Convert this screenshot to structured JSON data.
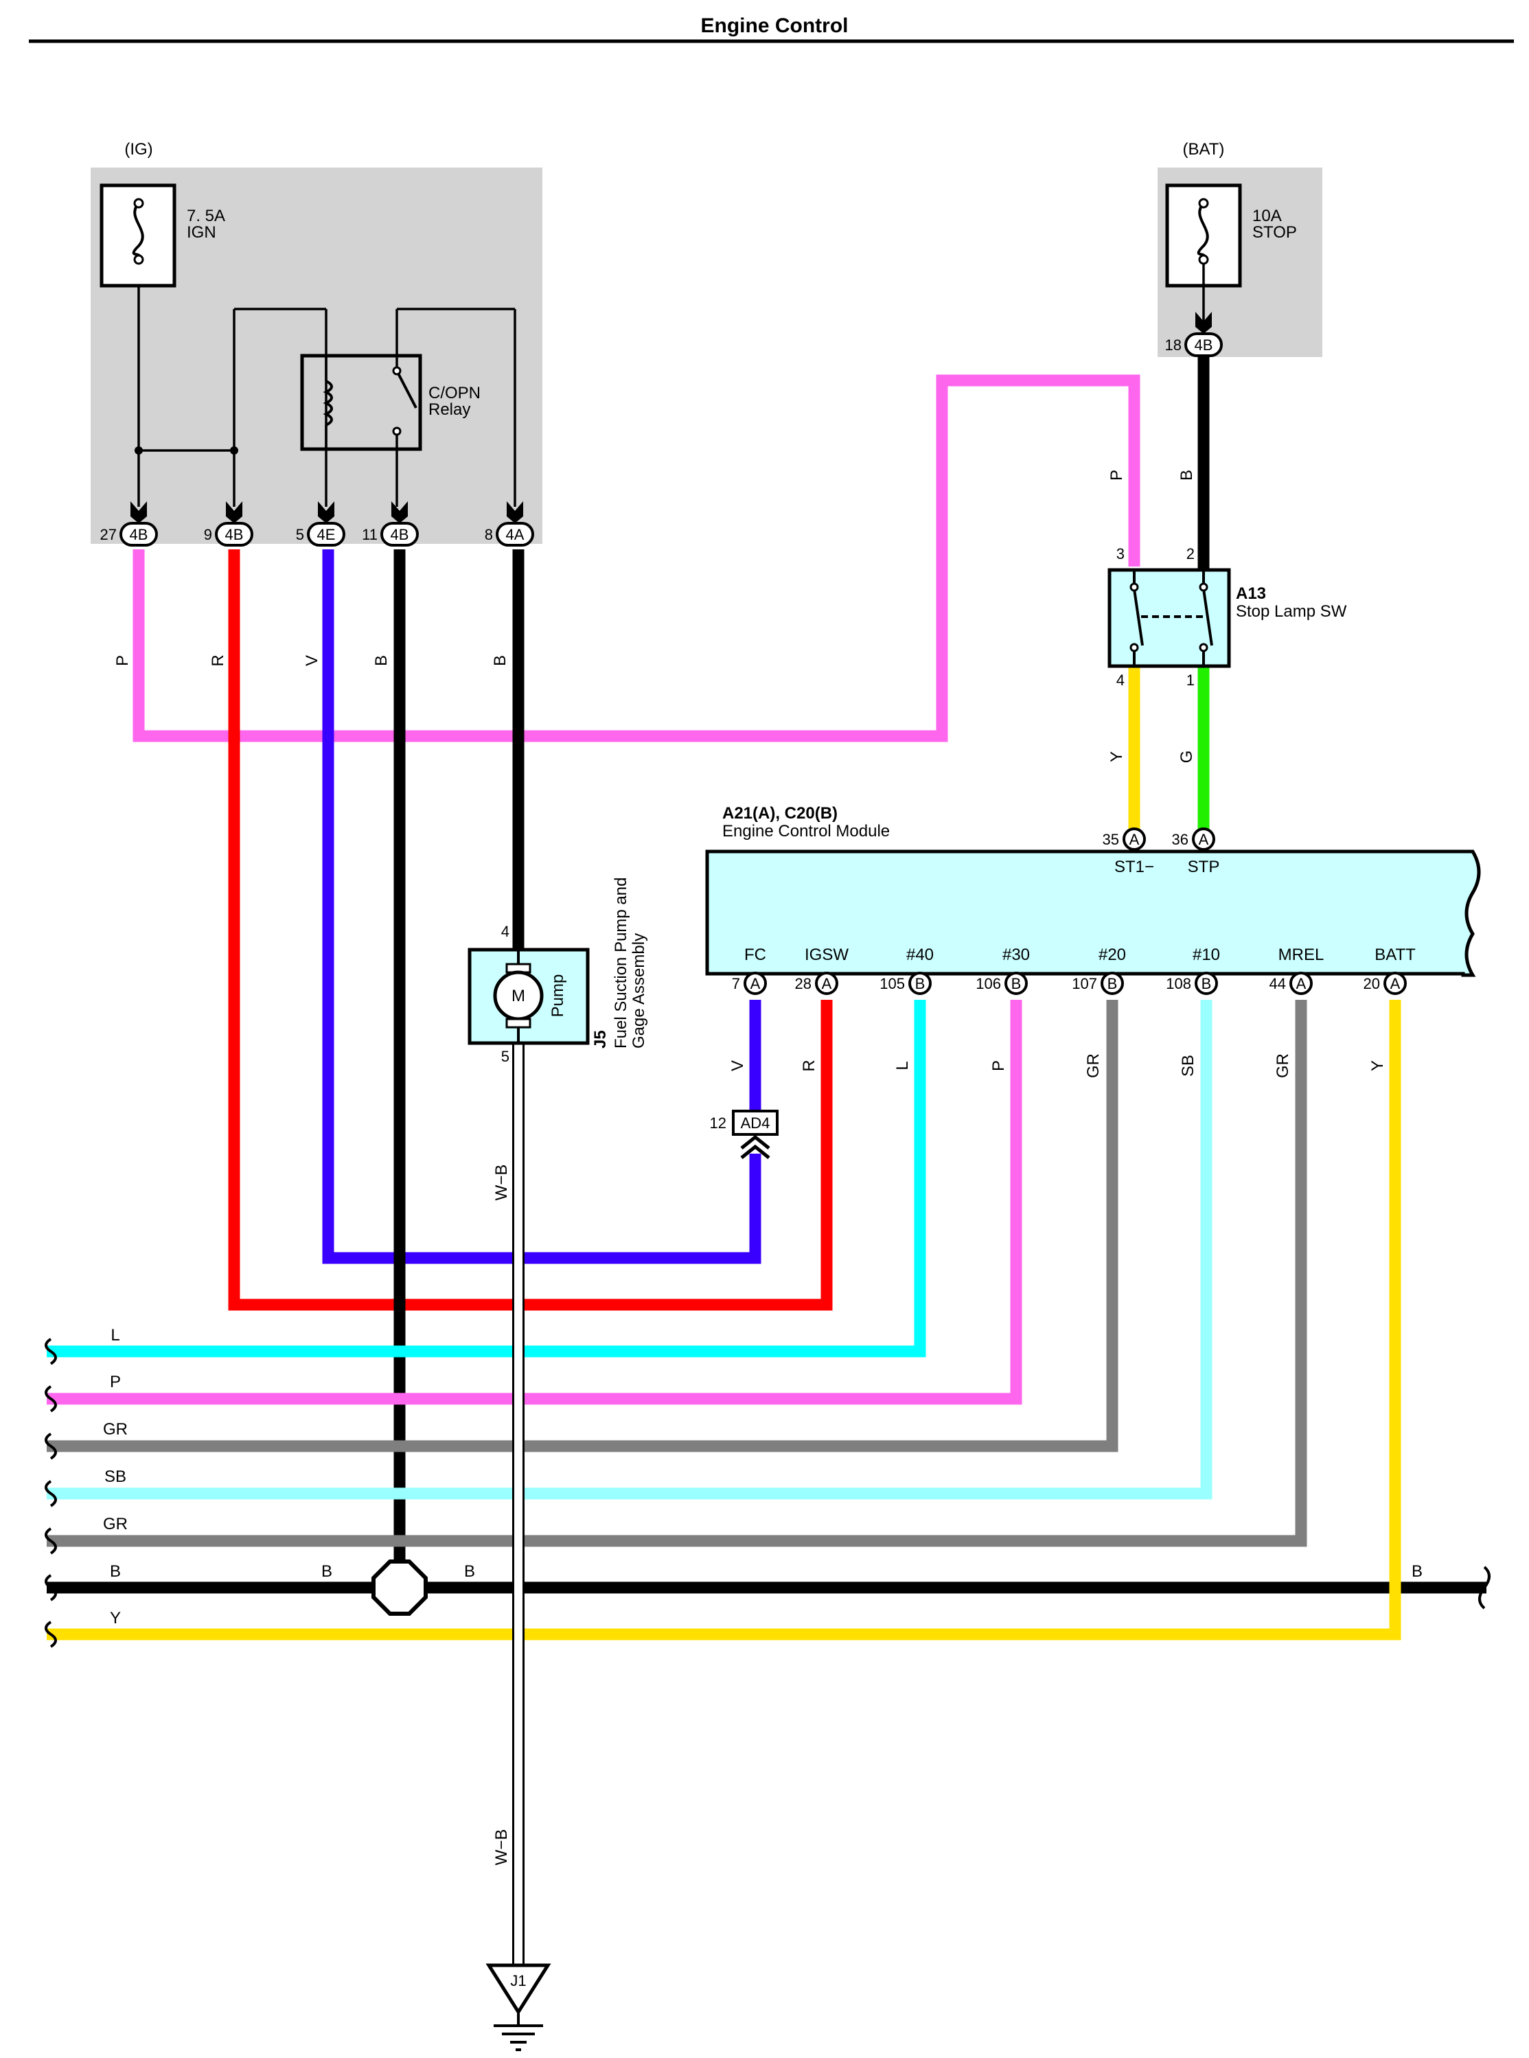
{
  "title": "Engine Control",
  "colors": {
    "P": "#ff66ee",
    "R": "#ff0000",
    "V": "#3a00ff",
    "B": "#000000",
    "L": "#00ffff",
    "SB": "#99ffff",
    "GR": "#7f7f7f",
    "Y": "#ffe000",
    "G": "#22ee00",
    "W-B": "#ffffff",
    "box_fill": "#ccffff",
    "shade": "#d3d3d3"
  },
  "ig_block": {
    "supply_label": "(IG)",
    "fuse_label_1": "7. 5A",
    "fuse_label_2": "IGN",
    "relay_label_1": "C/OPN",
    "relay_label_2": "Relay",
    "pins": [
      {
        "num": "27",
        "conn": "4B"
      },
      {
        "num": "9",
        "conn": "4B"
      },
      {
        "num": "5",
        "conn": "4E"
      },
      {
        "num": "11",
        "conn": "4B"
      },
      {
        "num": "8",
        "conn": "4A"
      }
    ],
    "wire_labels": [
      "P",
      "R",
      "V",
      "B",
      "B"
    ]
  },
  "bat_block": {
    "supply_label": "(BAT)",
    "fuse_label_1": "10A",
    "fuse_label_2": "STOP",
    "pin_num": "18",
    "pin_conn": "4B"
  },
  "stop_switch": {
    "code": "A13",
    "name": "Stop Lamp SW",
    "pins": [
      "3",
      "2",
      "4",
      "1"
    ],
    "wire_labels": [
      "P",
      "B",
      "Y",
      "G"
    ]
  },
  "ecm": {
    "code": "A21(A), C20(B)",
    "name": "Engine Control Module",
    "top_pins": [
      {
        "num": "35",
        "conn": "A",
        "name": "ST1−"
      },
      {
        "num": "36",
        "conn": "A",
        "name": "STP"
      }
    ],
    "bottom_pins": [
      {
        "num": "7",
        "conn": "A",
        "name": "FC",
        "wire": "V"
      },
      {
        "num": "28",
        "conn": "A",
        "name": "IGSW",
        "wire": "R"
      },
      {
        "num": "105",
        "conn": "B",
        "name": "#40",
        "wire": "L"
      },
      {
        "num": "106",
        "conn": "B",
        "name": "#30",
        "wire": "P"
      },
      {
        "num": "107",
        "conn": "B",
        "name": "#20",
        "wire": "GR"
      },
      {
        "num": "108",
        "conn": "B",
        "name": "#10",
        "wire": "SB"
      },
      {
        "num": "44",
        "conn": "A",
        "name": "MREL",
        "wire": "GR"
      },
      {
        "num": "20",
        "conn": "A",
        "name": "BATT",
        "wire": "Y"
      }
    ]
  },
  "pump": {
    "code": "J5",
    "name_1": "Fuel Suction Pump and",
    "name_2": "Gage Assembly",
    "motor_label": "M",
    "label": "Pump",
    "pin_top": "4",
    "pin_bottom": "5",
    "wire_label": "W−B"
  },
  "junction_ad4": {
    "num": "12",
    "conn": "AD4"
  },
  "ground": {
    "code": "J1"
  },
  "bus_labels": [
    "L",
    "P",
    "GR",
    "SB",
    "GR",
    "B",
    "Y"
  ],
  "bus_b_labels": [
    "B",
    "B",
    "B"
  ]
}
